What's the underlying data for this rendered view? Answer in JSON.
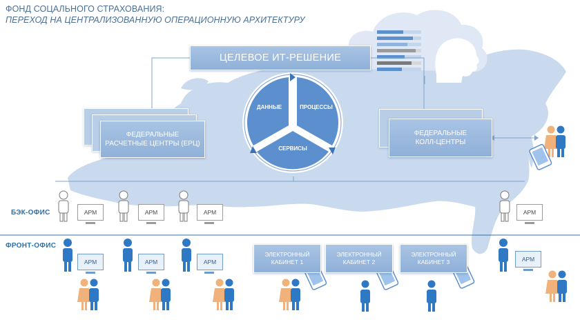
{
  "header": {
    "title": "ФОНД СОЦАЛЬНОГО СТРАХОВАНИЯ:",
    "subtitle": "ПЕРЕХОД НА ЦЕНТРАЛИЗОВАННУЮ ОПЕРАЦИОННУЮ АРХИТЕКТУРУ"
  },
  "target": {
    "label": "ЦЕЛЕВОЕ ИТ-РЕШЕНИЕ"
  },
  "cycle": {
    "segments": [
      "ДАННЫЕ",
      "ПРОЦЕССЫ",
      "СЕРВИСЫ"
    ]
  },
  "federal_centers": {
    "line1": "ФЕДЕРАЛЬНЫЕ",
    "line2": "РАСЧЕТНЫЕ ЦЕНТРЫ (ЕРЦ)"
  },
  "call_centers": {
    "line1": "ФЕДЕРАЛЬНЫЕ",
    "line2": "КОЛЛ-ЦЕНТРЫ"
  },
  "rows": {
    "back_office": "БЭК-ОФИС",
    "front_office": "ФРОНТ-ОФИС"
  },
  "workstation_label": "АРМ",
  "cabinets": [
    {
      "line1": "ЭЛЕКТРОННЫЙ",
      "line2": "КАБИНЕТ 1"
    },
    {
      "line1": "ЭЛЕКТРОННЫЙ",
      "line2": "КАБИНЕТ 2"
    },
    {
      "line1": "ЭЛЕКТРОННЫЙ",
      "line2": "КАБИНЕТ 3"
    }
  ],
  "colors": {
    "accent_blue": "#2f6fa8",
    "map_fill": "#c9d9ee",
    "box_fill": "#9db9df",
    "cycle_fill": "#5b8fce",
    "woman": "#f0b27a",
    "person_blue": "#2f78c4"
  }
}
